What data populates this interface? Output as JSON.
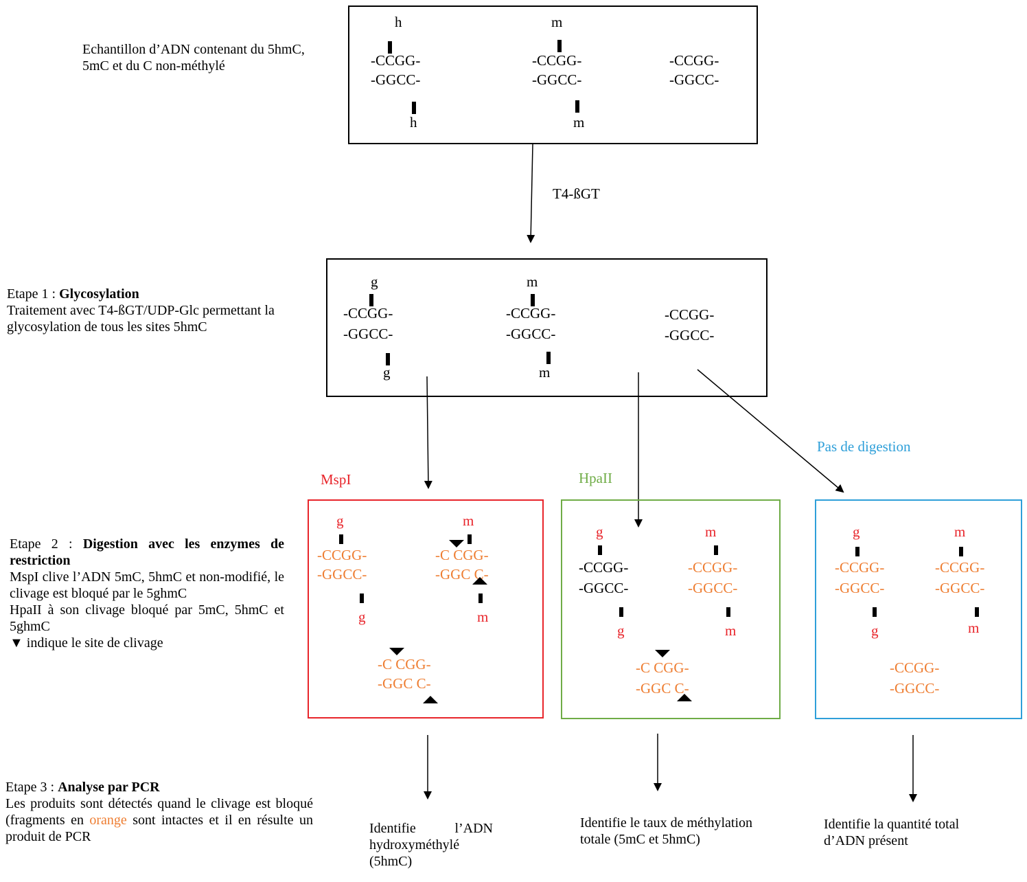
{
  "sample": {
    "description": "Echantillon d’ADN contenant du 5hmC, 5mC et du C non-méthylé",
    "enzyme_label": "T4-ßGT",
    "sites": [
      {
        "mark_top": "h",
        "mark_bottom": "h",
        "top": "-CCGG-",
        "bottom": "-GGCC-"
      },
      {
        "mark_top": "m",
        "mark_bottom": "m",
        "top": "-CCGG-",
        "bottom": "-GGCC-"
      },
      {
        "top": "-CCGG-",
        "bottom": "-GGCC-"
      }
    ]
  },
  "step1": {
    "prefix": "Etape 1 : ",
    "title": "Glycosylation",
    "body": "Traitement avec T4-ßGT/UDP-Glc permettant la glycosylation de tous les sites 5hmC",
    "sites": [
      {
        "mark_top": "g",
        "mark_bottom": "g",
        "top": "-CCGG-",
        "bottom": "-GGCC-"
      },
      {
        "mark_top": "m",
        "mark_bottom": "m",
        "top": "-CCGG-",
        "bottom": "-GGCC-"
      },
      {
        "top": "-CCGG-",
        "bottom": "-GGCC-"
      }
    ]
  },
  "step2": {
    "prefix": "Etape 2 : ",
    "title": "Digestion avec les enzymes de restriction",
    "line1": "MspI clive l’ADN 5mC, 5hmC et non-modifié, le clivage est bloqué par le 5ghmC",
    "line2": "HpaII à son clivage bloqué par 5mC, 5hmC et 5ghmC",
    "line3": "▼ indique le site de clivage"
  },
  "step3": {
    "prefix": "Etape 3 : ",
    "title": "Analyse par PCR",
    "body_before": "Les produits sont détectés quand le clivage est bloqué (fragments en ",
    "body_orange": "orange",
    "body_after": " sont intactes et il en résulte un produit de PCR"
  },
  "mspi": {
    "label": "MspI",
    "g": "g",
    "m": "m",
    "s1_top": "-CCGG-",
    "s1_bottom": "-GGCC-",
    "s2_top": "-C CGG-",
    "s2_bottom": "-GGC C-",
    "s3_top": "-C CGG-",
    "s3_bottom": "-GGC C-",
    "result": "Identifie l’ADN hydroxyméthylé (5hmC)"
  },
  "hpaii": {
    "label": "HpaII",
    "g": "g",
    "m": "m",
    "s1_top": "-CCGG-",
    "s1_bottom": "-GGCC-",
    "s2_top": "-CCGG-",
    "s2_bottom": "-GGCC-",
    "s3_top": "-C CGG-",
    "s3_bottom": "-GGC C-",
    "result": "Identifie le taux de méthylation totale (5mC et 5hmC)"
  },
  "nodigest": {
    "label": "Pas de digestion",
    "g": "g",
    "m": "m",
    "s1_top": "-CCGG-",
    "s1_bottom": "-GGCC-",
    "s2_top": "-CCGG-",
    "s2_bottom": "-GGCC-",
    "s3_top": "-CCGG-",
    "s3_bottom": "-GGCC-",
    "result": "Identifie la quantité total d’ADN présent"
  },
  "colors": {
    "mspi": "#e8242a",
    "hpaii": "#6fac46",
    "nodigest": "#2e9fd9",
    "intact": "#ee7d31",
    "mark": "#e8242a"
  }
}
